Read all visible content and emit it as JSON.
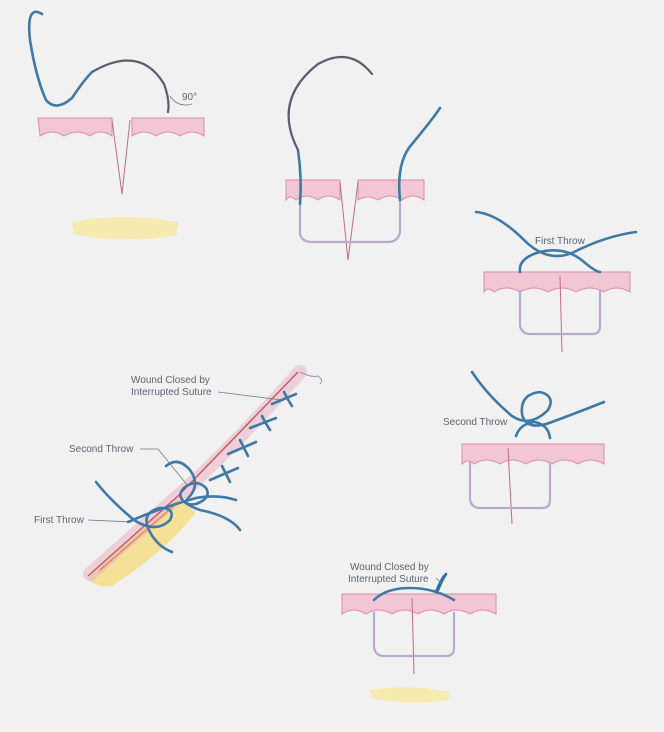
{
  "labels": {
    "angle": "90°",
    "first_throw_top": "First Throw",
    "second_throw_right": "Second Throw",
    "closed_left_line1": "Wound Closed by",
    "closed_left_line2": "Interrupted Suture",
    "second_throw_left": "Second Throw",
    "first_throw_left": "First Throw",
    "closed_bottom_line1": "Wound Closed by",
    "closed_bottom_line2": "Interrupted Suture"
  },
  "colors": {
    "background": "#f1f1f1",
    "suture": "#3f79a6",
    "needle": "#55606e",
    "skin": "#f3c6d6",
    "buried_suture": "#b8a9cf",
    "fat": "#f7e79a"
  }
}
